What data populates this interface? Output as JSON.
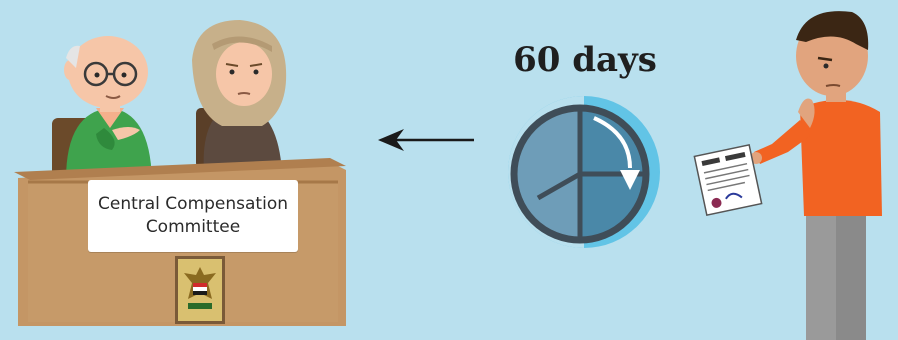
{
  "committee_sign": {
    "line1": "Central Compensation",
    "line2": "Committee"
  },
  "deadline_label": "60 days",
  "icons": [
    "arrow-left-icon",
    "clock-icon",
    "document-icon",
    "iraq-coat-of-arms-emblem"
  ],
  "colors": {
    "background": "#b9e0ee",
    "desk": "#c49665",
    "clock_face": "#4a88a8",
    "clock_highlight": "#62c4e6",
    "shirt": "#f26322"
  }
}
